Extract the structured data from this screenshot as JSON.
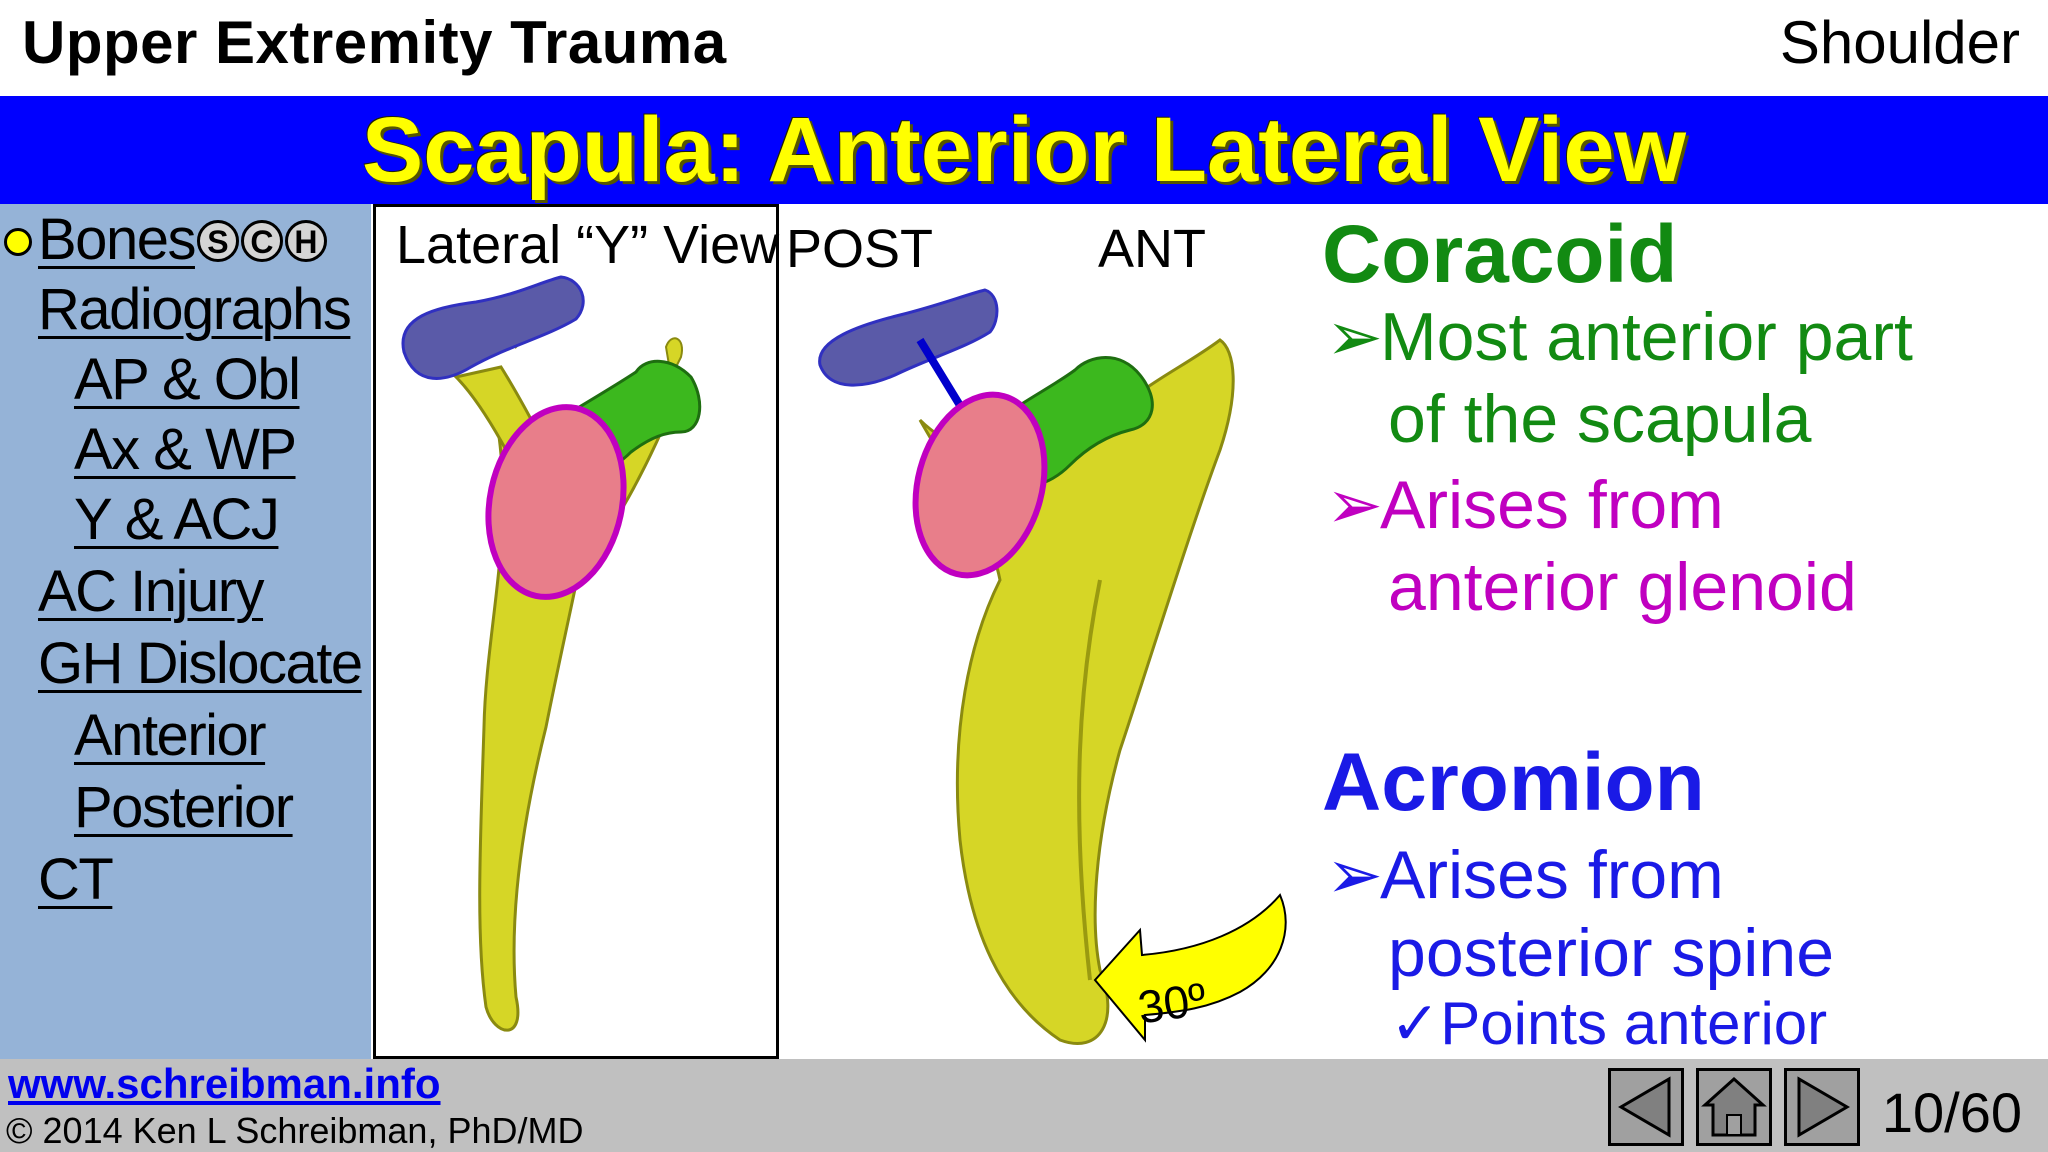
{
  "header": {
    "title": "Upper Extremity Trauma",
    "section": "Shoulder"
  },
  "banner": {
    "title": "Scapula: Anterior Lateral View"
  },
  "sidebar": {
    "items": [
      {
        "label": "Bones",
        "badges": [
          "S",
          "C",
          "H"
        ]
      },
      {
        "label": "Radiographs"
      },
      {
        "label": "AP & Obl"
      },
      {
        "label": "Ax & WP"
      },
      {
        "label": "Y & ACJ"
      },
      {
        "label": "AC Injury"
      },
      {
        "label": "GH Dislocate"
      },
      {
        "label": "Anterior"
      },
      {
        "label": "Posterior"
      },
      {
        "label": "CT"
      }
    ]
  },
  "figure": {
    "lateral_label": "Lateral “Y” View",
    "post_label": "POST",
    "ant_label": "ANT",
    "angle_label": "30º"
  },
  "content": {
    "coracoid": {
      "heading": "Coracoid",
      "bullets": [
        "Most anterior part",
        "of the scapula",
        "Arises from",
        "anterior glenoid"
      ]
    },
    "acromion": {
      "heading": "Acromion",
      "bullets": [
        "Arises from",
        "posterior spine"
      ],
      "check": "Points anterior"
    }
  },
  "footer": {
    "website": "www.schreibman.info",
    "copyright": "© 2014 Ken L Schreibman, PhD/MD",
    "page": "10/60"
  },
  "colors": {
    "banner": "#0000ff",
    "banner_text": "#ffff00",
    "sidebar": "#95b3d7",
    "coracoid": "#128a12",
    "coracoid_sub": "#c000c0",
    "acromion": "#1a1ae6",
    "bone": "#d6d626",
    "glenoid": "#e87e8a",
    "coracoid_fill": "#3cb81e",
    "acromion_fill": "#5a5aa8"
  },
  "icons": [
    "prev-arrow-icon",
    "home-icon",
    "next-arrow-icon",
    "arrow-bullet-icon",
    "check-icon"
  ]
}
